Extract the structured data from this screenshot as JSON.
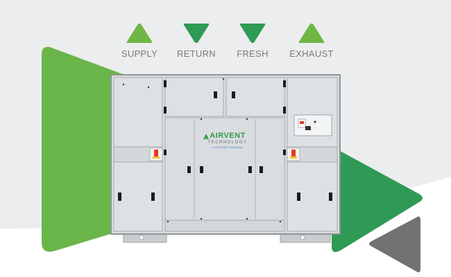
{
  "legend": {
    "items": [
      {
        "label": "SUPPLY",
        "direction": "up",
        "color": "#6fb744"
      },
      {
        "label": "RETURN",
        "direction": "down",
        "color": "#2e9a55"
      },
      {
        "label": "FRESH",
        "direction": "down",
        "color": "#2e9a55"
      },
      {
        "label": "EXHAUST",
        "direction": "up",
        "color": "#6fb744"
      }
    ]
  },
  "unit": {
    "brand_name": "AIRVENT",
    "brand_sub": "TECHNOLOGY",
    "brand_tag": "a PAYDAS company",
    "panel_color": "#d7dbdd",
    "frame_color": "#8e9496",
    "isolator_color": "#e5392b"
  },
  "background": {
    "grey": "#ecedee",
    "light_green": "#6ab54a",
    "dark_green": "#2f9a55",
    "dark_grey": "#727272"
  }
}
